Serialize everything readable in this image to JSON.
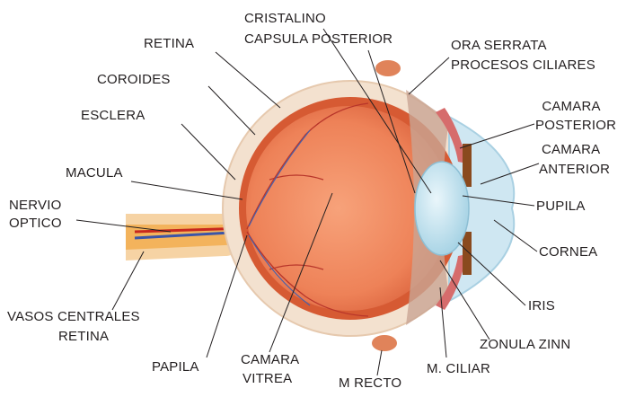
{
  "labels": {
    "cristalino": "CRISTALINO",
    "capsula_posterior": "CAPSULA POSTERIOR",
    "retina": "RETINA",
    "ora_serrata": "ORA SERRATA",
    "procesos_ciliares": "PROCESOS CILIARES",
    "coroides": "COROIDES",
    "camara_posterior_1": "CAMARA",
    "camara_posterior_2": "POSTERIOR",
    "esclera": "ESCLERA",
    "camara_anterior_1": "CAMARA",
    "camara_anterior_2": "ANTERIOR",
    "macula": "MACULA",
    "nervio_optico_1": "NERVIO",
    "nervio_optico_2": "OPTICO",
    "pupila": "PUPILA",
    "cornea": "CORNEA",
    "iris": "IRIS",
    "vasos_1": "VASOS CENTRALES",
    "vasos_2": "RETINA",
    "zonula_zinn": "ZONULA ZINN",
    "papila": "PAPILA",
    "camara_vitrea_1": "CAMARA",
    "camara_vitrea_2": "VITREA",
    "m_ciliar": "M. CILIAR",
    "m_recto": "M RECTO"
  }
}
